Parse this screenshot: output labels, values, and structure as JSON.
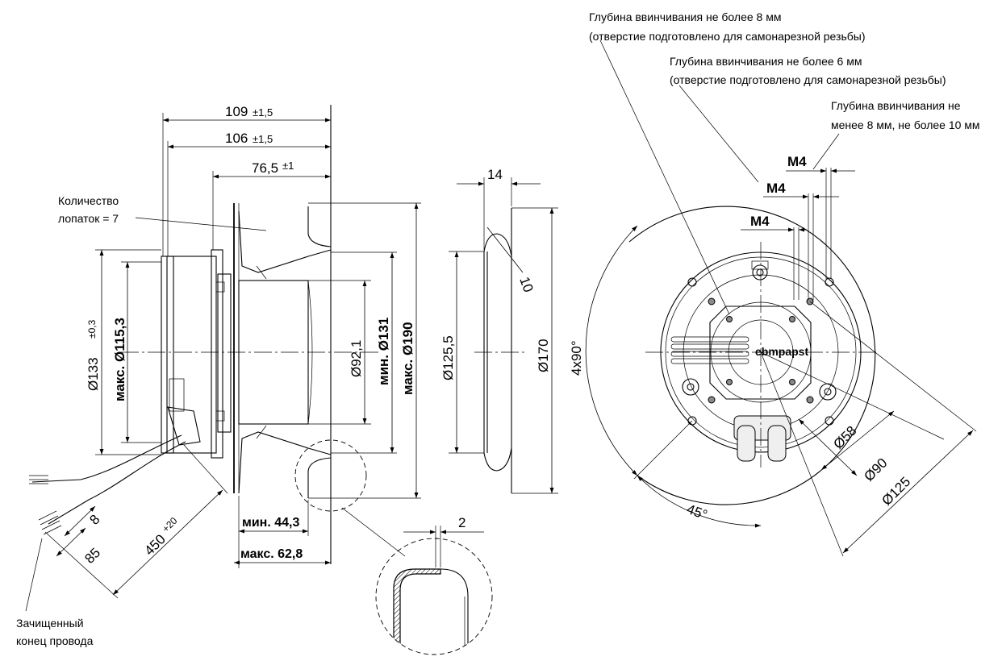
{
  "notes": {
    "thread_8_line1": "Глубина ввинчивания не более 8 мм",
    "thread_8_line2": "(отверстие  подготовлено для самонарезной резьбы)",
    "thread_6_line1": "Глубина ввинчивания не более 6 мм",
    "thread_6_line2": "(отверстие подготовлено для самонарезной резьбы)",
    "thread_10_line1": "Глубина ввинчивания не",
    "thread_10_line2": "менее 8 мм, не более 10 мм",
    "blades_line1": "Количество",
    "blades_line2": "лопаток = 7",
    "wire_line1": "Зачищенный",
    "wire_line2": "конец провода"
  },
  "side_view": {
    "dim_109": "109",
    "tol_109": "±1,5",
    "dim_106": "106",
    "tol_106": "±1,5",
    "dim_76": "76,5",
    "tol_76": "±1",
    "dim_133": "Ø133",
    "tol_133": "±0,3",
    "dim_115": "макс. Ø115,3",
    "dim_92": "Ø92,1",
    "dim_131": "мин. Ø131",
    "dim_190": "макс. Ø190",
    "dim_44": "мин. 44,3",
    "dim_62": "макс. 62,8",
    "dim_450": "450",
    "tol_450": "+20",
    "dim_8": "8",
    "dim_85": "85",
    "dim_2": "2"
  },
  "inlet_view": {
    "dim_14": "14",
    "dim_10": "10",
    "dim_125_5": "Ø125,5",
    "dim_170": "Ø170"
  },
  "rear_view": {
    "m4_a": "M4",
    "m4_b": "M4",
    "m4_c": "M4",
    "angle_4x90": "4x90°",
    "angle_45": "45°",
    "dim_58": "Ø58",
    "dim_90": "Ø90",
    "dim_125": "Ø125",
    "brand": "ebmpapst"
  }
}
